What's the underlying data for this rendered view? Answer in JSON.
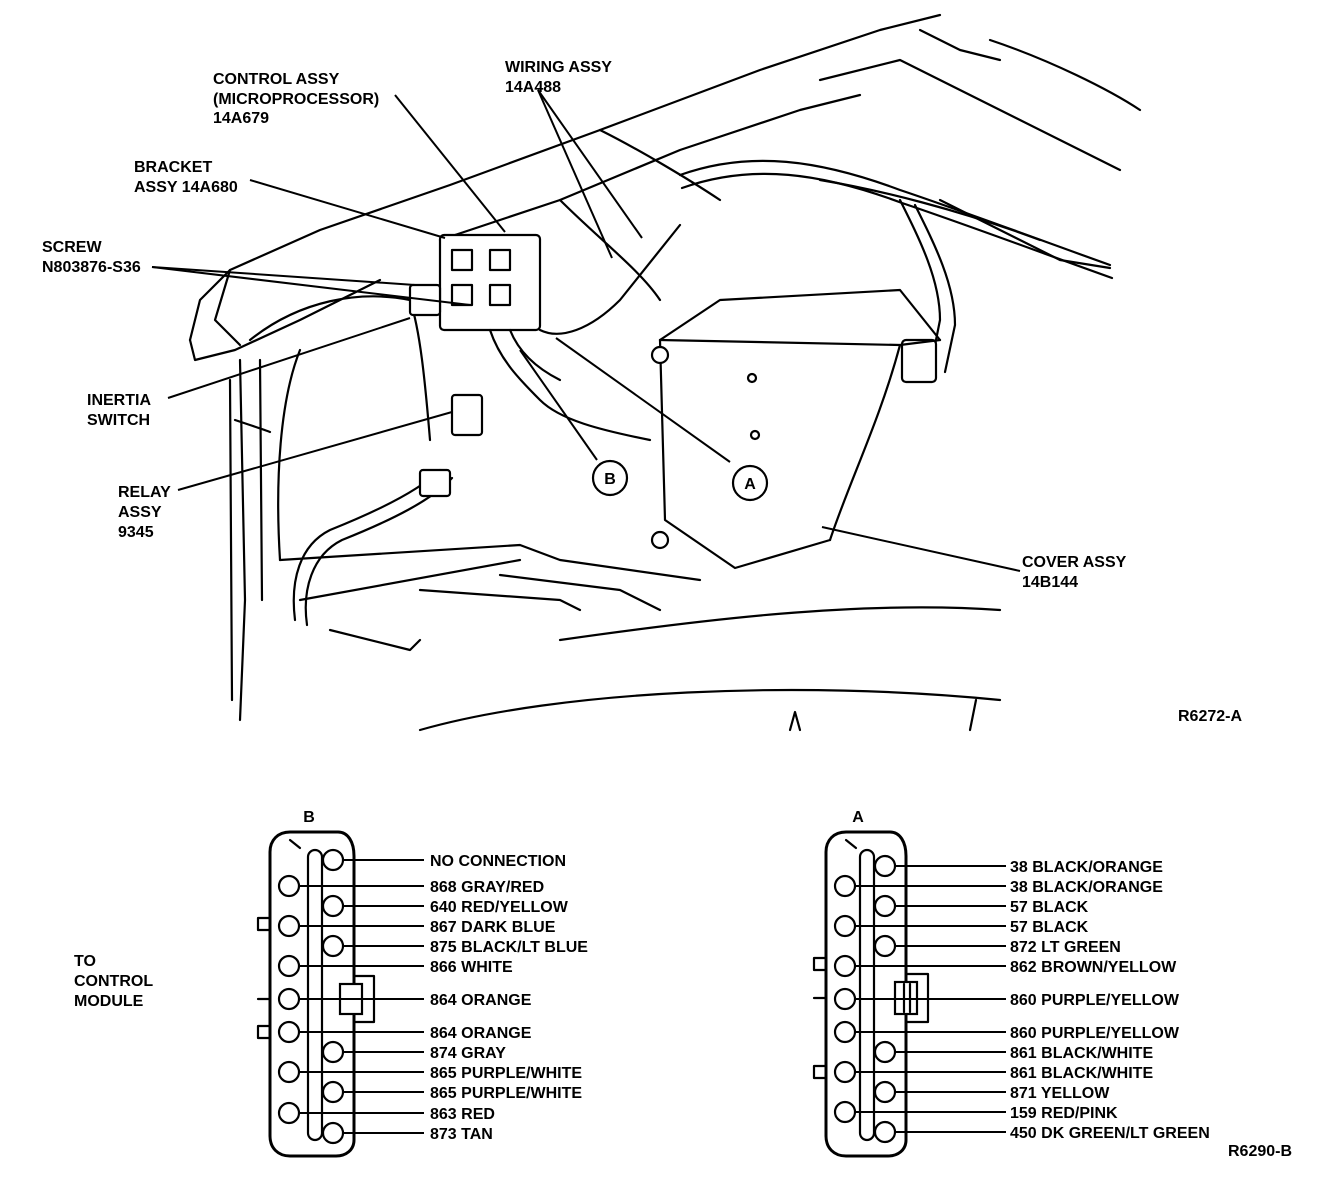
{
  "labels": {
    "control_assy": [
      "CONTROL ASSY",
      "(MICROPROCESSOR)",
      "14A679"
    ],
    "wiring_assy": [
      "WIRING ASSY",
      "14A488"
    ],
    "bracket_assy": [
      "BRACKET",
      "ASSY 14A680"
    ],
    "screw": [
      "SCREW",
      "N803876-S36"
    ],
    "inertia_switch": [
      "INERTIA",
      "SWITCH"
    ],
    "relay_assy": [
      "RELAY",
      "ASSY",
      "9345"
    ],
    "cover_assy": [
      "COVER ASSY",
      "14B144"
    ],
    "callout_a": "A",
    "callout_b": "B",
    "fig_ref_top": "R6272-A",
    "fig_ref_bottom": "R6290-B",
    "to_control_module": [
      "TO",
      "CONTROL",
      "MODULE"
    ]
  },
  "connector_b": {
    "title": "B",
    "pins": [
      "NO CONNECTION",
      "868 GRAY/RED",
      "640 RED/YELLOW",
      "867 DARK BLUE",
      "875 BLACK/LT BLUE",
      "866 WHITE",
      "864 ORANGE",
      "864 ORANGE",
      "874 GRAY",
      "865 PURPLE/WHITE",
      "865 PURPLE/WHITE",
      "863 RED",
      "873 TAN"
    ]
  },
  "connector_a": {
    "title": "A",
    "pins": [
      "38 BLACK/ORANGE",
      "38 BLACK/ORANGE",
      "57 BLACK",
      "57 BLACK",
      "872 LT GREEN",
      "862 BROWN/YELLOW",
      "860 PURPLE/YELLOW",
      "860 PURPLE/YELLOW",
      "861 BLACK/WHITE",
      "861 BLACK/WHITE",
      "871 YELLOW",
      "159 RED/PINK",
      "450 DK GREEN/LT GREEN"
    ]
  }
}
